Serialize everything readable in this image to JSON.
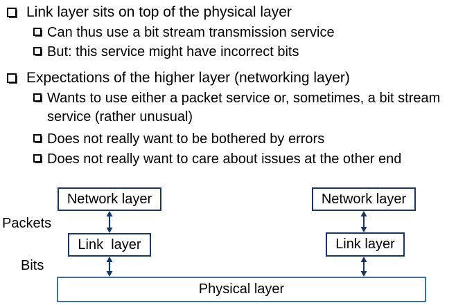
{
  "slide": {
    "bullets": [
      {
        "level": 1,
        "text": "Link layer sits on top of the physical layer"
      },
      {
        "level": 2,
        "text": "Can thus use a bit stream transmission service"
      },
      {
        "level": 2,
        "text": "But: this service might have incorrect bits"
      },
      {
        "level": 1,
        "text": "Expectations of the higher layer (networking layer)"
      },
      {
        "level": 2,
        "text": "Wants to use either a packet service or, sometimes, a bit stream\nservice (rather unusual)"
      },
      {
        "level": 2,
        "text": "Does not really want to be bothered by errors"
      },
      {
        "level": 2,
        "text": "Does not really want to care about issues at the other end"
      }
    ]
  },
  "diagram": {
    "boxes": {
      "network_left": "Network layer",
      "network_right": "Network layer",
      "link_left": "Link  layer",
      "link_right": "Link layer",
      "physical": "Physical layer"
    },
    "labels": {
      "packets": "Packets",
      "bits": "Bits"
    },
    "colors": {
      "small_box_border": "#17375E",
      "physical_box_border": "#41719C",
      "arrow": "#17375E",
      "text": "#000000",
      "background": "#ffffff"
    }
  }
}
